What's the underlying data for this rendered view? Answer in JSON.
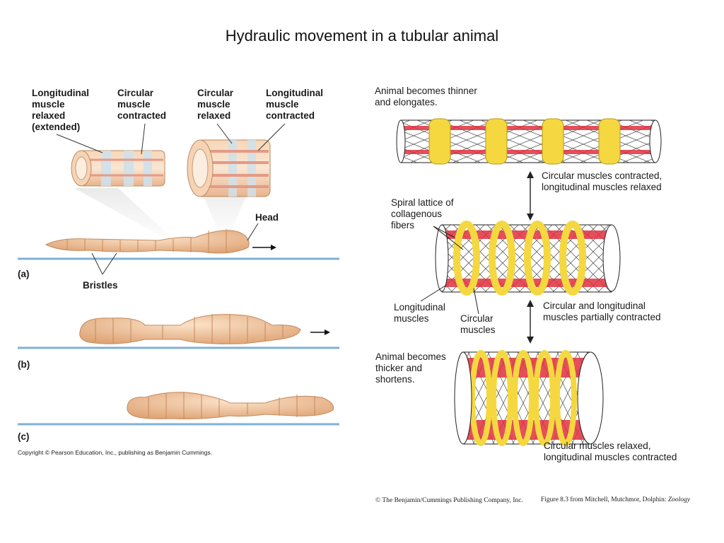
{
  "slide": {
    "title": "Hydraulic movement in a tubular animal"
  },
  "left_figure": {
    "labels": {
      "long_relaxed": "Longitudinal\nmuscle\nrelaxed\n(extended)",
      "circ_contracted": "Circular\nmuscle\ncontracted",
      "circ_relaxed": "Circular\nmuscle\nrelaxed",
      "long_contracted": "Longitudinal\nmuscle\ncontracted",
      "head": "Head",
      "bristles": "Bristles",
      "panel_a": "(a)",
      "panel_b": "(b)",
      "panel_c": "(c)"
    },
    "copyright": "Copyright © Pearson Education, Inc., publishing as Benjamin Cummings."
  },
  "right_figure": {
    "labels": {
      "thinner": "Animal becomes thinner\nand elongates.",
      "circ_contracted_long_relaxed": "Circular muscles contracted,\nlongitudinal muscles relaxed",
      "spiral_lattice": "Spiral lattice of\ncollagenous\nfibers",
      "longitudinal_muscles": "Longitudinal\nmuscles",
      "circular_muscles": "Circular\nmuscles",
      "partially_contracted": "Circular and longitudinal\nmuscles partially contracted",
      "thicker": "Animal becomes\nthicker and\nshortens.",
      "circ_relaxed_long_contracted": "Circular muscles relaxed,\nlongitudinal muscles contracted"
    },
    "credit_left": "© The Benjamin/Cummings Publishing Company, Inc.",
    "credit_right_prefix": "Figure 8.3 from Mitchell, Mutchmor, Dolphin: ",
    "credit_right_book": "Zoology"
  },
  "colors": {
    "worm": "#f0c9a2",
    "worm_dark": "#d79c6f",
    "ground": "#7fb0d9",
    "circular_band": "#f5d840",
    "longitudinal_stripe": "#e0303e",
    "lattice": "#444444"
  }
}
